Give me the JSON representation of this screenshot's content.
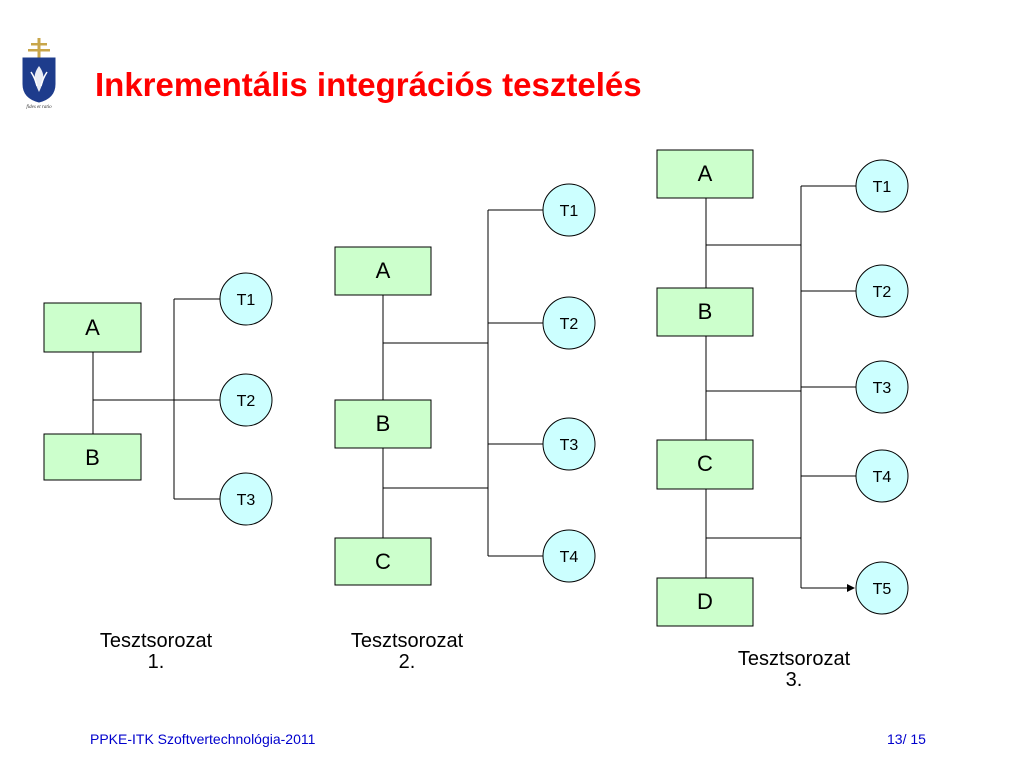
{
  "slide": {
    "title": "Inkrementális integrációs tesztelés",
    "logo_text": "fides et ratio",
    "footer_left": "PPKE-ITK Szoftvertechnológia-2011",
    "footer_right": "13/ 15"
  },
  "colors": {
    "title": "#ff0000",
    "box_fill": "#ccffcc",
    "circle_fill": "#ccffff",
    "footer": "#0000cc"
  },
  "groups": [
    {
      "caption_line1": "Tesztsorozat",
      "caption_line2": "1.",
      "modules": [
        "A",
        "B"
      ],
      "tests": [
        "T1",
        "T2",
        "T3"
      ]
    },
    {
      "caption_line1": "Tesztsorozat",
      "caption_line2": "2.",
      "modules": [
        "A",
        "B",
        "C"
      ],
      "tests": [
        "T1",
        "T2",
        "T3",
        "T4"
      ]
    },
    {
      "caption_line1": "Tesztsorozat",
      "caption_line2": "3.",
      "modules": [
        "A",
        "B",
        "C",
        "D"
      ],
      "tests": [
        "T1",
        "T2",
        "T3",
        "T4",
        "T5"
      ]
    }
  ]
}
